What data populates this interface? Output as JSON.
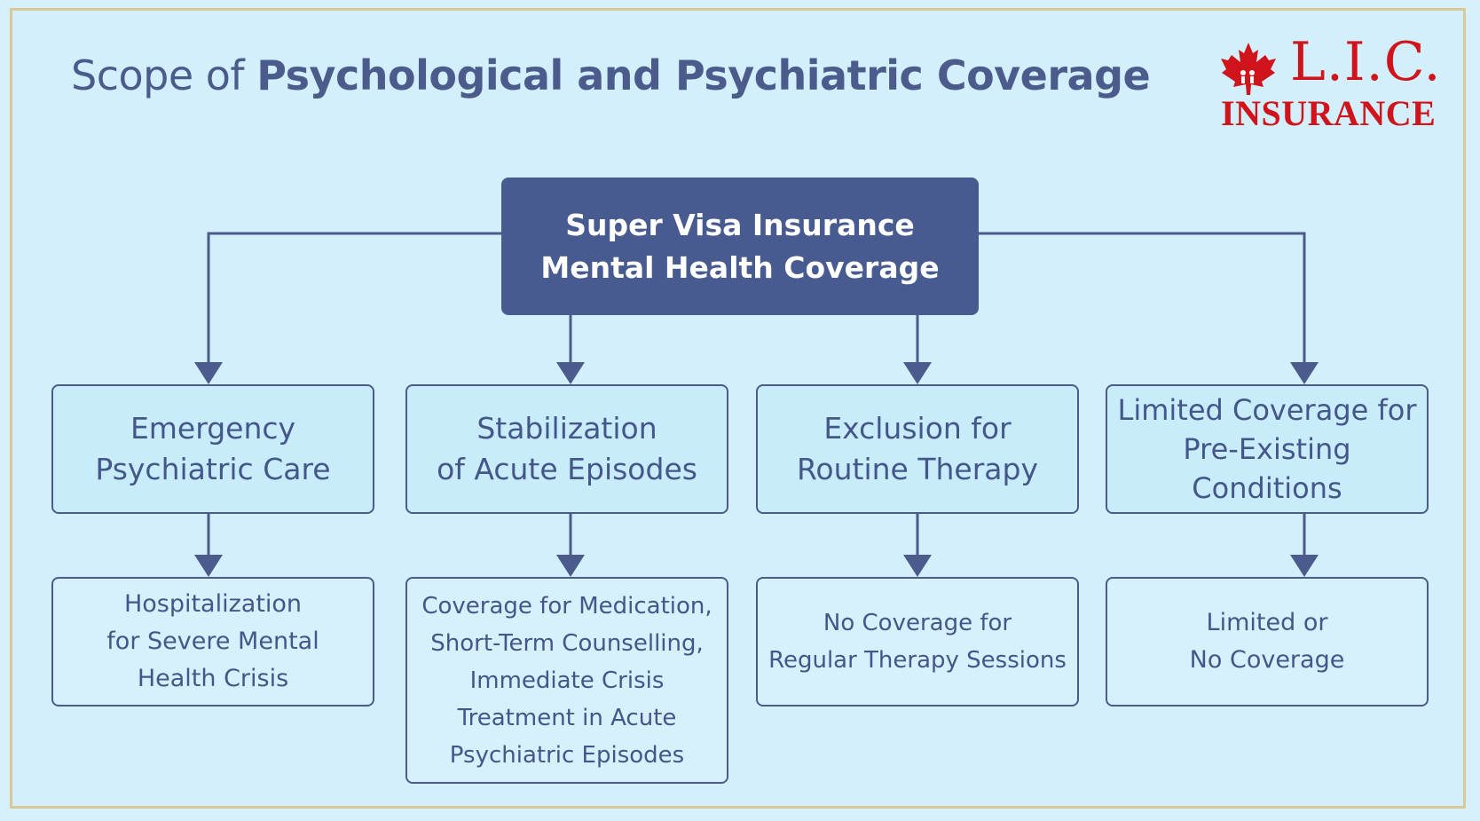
{
  "title": {
    "prefix": "Scope of",
    "emphasis": "Psychological and Psychiatric Coverage"
  },
  "logo": {
    "top_text": "L.I.C.",
    "bottom_text": "INSURANCE",
    "icon": "maple-leaf-icon",
    "brand_color": "#d0141c"
  },
  "root": {
    "lines": [
      "Super Visa Insurance",
      "Mental Health Coverage"
    ]
  },
  "categories": [
    {
      "lines": [
        "Emergency",
        "Psychiatric Care"
      ],
      "detail": [
        "Hospitalization",
        "for Severe Mental",
        "Health Crisis"
      ]
    },
    {
      "lines": [
        "Stabilization",
        "of Acute Episodes"
      ],
      "detail": [
        "Coverage for Medication,",
        "Short-Term Counselling,",
        "Immediate Crisis",
        "Treatment in Acute",
        "Psychiatric Episodes"
      ]
    },
    {
      "lines": [
        "Exclusion for",
        "Routine Therapy"
      ],
      "detail": [
        "No Coverage for",
        "Regular Therapy Sessions"
      ]
    },
    {
      "lines": [
        "Limited Coverage for",
        "Pre-Existing",
        "Conditions"
      ],
      "detail": [
        "Limited or",
        "No Coverage"
      ]
    }
  ],
  "colors": {
    "background": "#d3effb",
    "root_fill": "#485b91",
    "category_fill": "#c9ecfb",
    "line": "#4a5b8c",
    "border": "#d9c99a"
  }
}
